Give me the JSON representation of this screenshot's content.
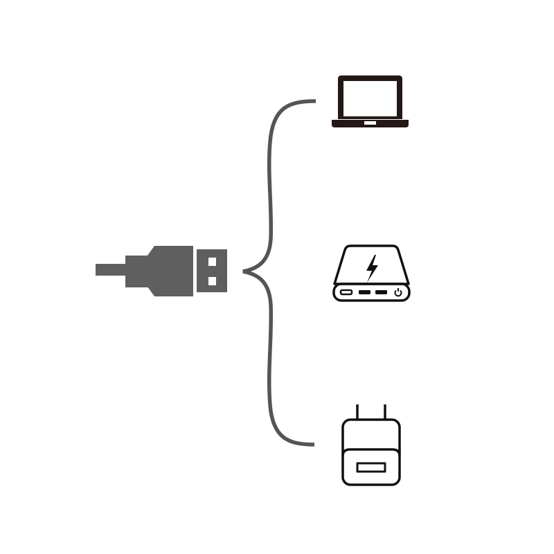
{
  "diagram": {
    "background": "#ffffff",
    "source": {
      "name": "USB-A cable plug",
      "icon": "usb-plug-icon",
      "color": "#5f5f5f"
    },
    "connector": {
      "shape": "curly-brace",
      "color": "#555555"
    },
    "targets": [
      {
        "name": "Laptop",
        "icon": "laptop-icon",
        "color": "#231816"
      },
      {
        "name": "Power bank",
        "icon": "power-bank-icon",
        "color": "#111111"
      },
      {
        "name": "Wall charger adapter",
        "icon": "wall-charger-icon",
        "color": "#111111"
      }
    ]
  }
}
